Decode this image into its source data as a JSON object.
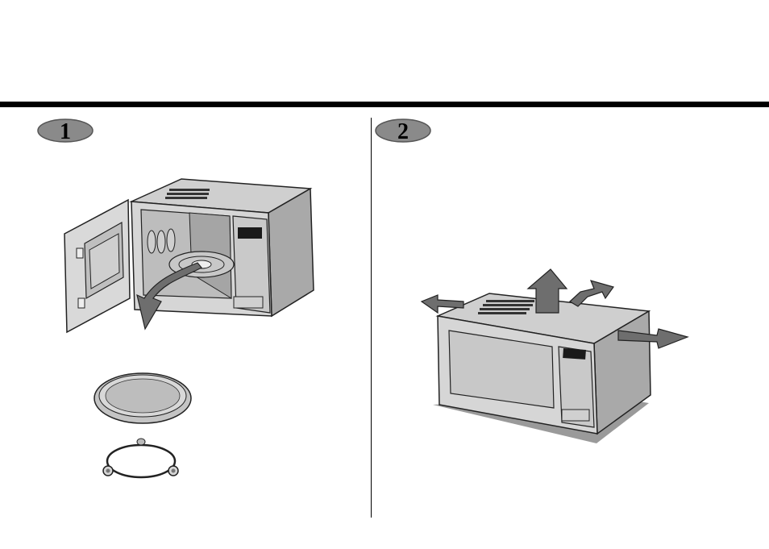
{
  "steps": [
    {
      "number": "1"
    },
    {
      "number": "2"
    }
  ],
  "colors": {
    "rule": "#000000",
    "badge_fill": "#8a8a8a",
    "badge_outline": "#555555",
    "body_light": "#d9d9d9",
    "body_mid": "#bdbdbd",
    "body_dark": "#9a9a9a",
    "arrow": "#6e6e6e",
    "display": "#1a1a1a"
  },
  "illustrations": {
    "step1": [
      "microwave-open-door",
      "remove-arrow",
      "glass-tray",
      "roller-ring"
    ],
    "step2": [
      "microwave-closed",
      "up-arrow",
      "left-arrow",
      "right-arrow",
      "back-arrow"
    ]
  }
}
